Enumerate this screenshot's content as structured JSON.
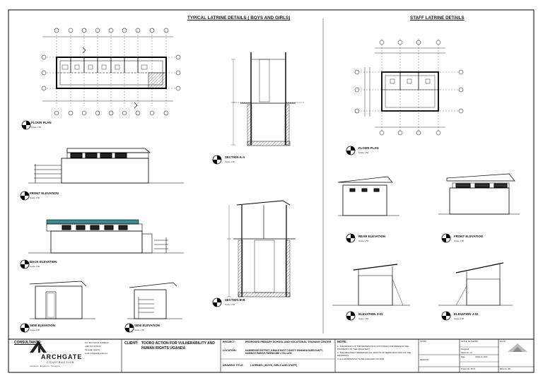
{
  "headers": {
    "typical": "TYPICAL LATRINE DETAILS ( BOYS AND GIRLS)",
    "staff": "STAFF LATRINE DETAILS"
  },
  "views": {
    "floor_plan": "FLOOR PLAN",
    "front_elevation": "FRONT ELEVATION",
    "back_elevation": "BACK ELEVATION",
    "side_elevation": "SIDE ELEVATION",
    "section_a": "SECTION A-A",
    "section_b": "SECTION B-B",
    "rear_elevation": "REAR ELEVATION",
    "elevation_j01": "ELEVATION J-01",
    "elevation_j02": "ELEVATION J-02",
    "scale": "Scale 1:50"
  },
  "title_block": {
    "consultants_label": "CONSULTANTS:",
    "company": "ARCHGATE",
    "company_sub": "CONSTRUCTION",
    "company_tagline": "Architects · Engineers · Surveyors",
    "address_1": "P.O. BOX XXXXX, KAMPALA",
    "address_2": "+256 XXX XXXXXX",
    "address_3": "Kampala, Uganda",
    "email": "email: archgate@gmail.com",
    "client_label": "CLIENT:",
    "client": "TOORO ACTION FOR VULNERABILITY AND HUMAN RIGHTS UGANDA",
    "project_label": "PROJECT:",
    "project": "PROPOSED PRIMARY SCHOOL AND VOCATIONAL TRAINING CENTER",
    "location_label": "LOCATION:",
    "location": "KAMWENGE DISTRICT, KIBALE EAST COUNTY, BIHANGA SUBCOUNTY, KABINGO PARISH, RWENKOBE 2 VILLAGE",
    "drawing_title_label": "DRAWING TITLE:",
    "drawing_title": "LATRINES ( BOYS, GIRLS AND STAFF)",
    "note_label": "NOTE:",
    "note_1": "1. THE DESIGN OF THE DRAWINGS IS COPYRIGHT AND REMAINS THE PROPERTY OF THE ARCHITECT.",
    "note_2": "2. THE ARCHITECT RESERVES ALL RIGHTS OF REPRODUCTION OF THE DRAWINGS.",
    "note_3": "3. ALL DIMENSIONS TO BE CHECKED ON SITE.",
    "notes_label": "NOTES:",
    "revision_label": "REVISION:",
    "scale_label": "SCALE: AS SHOWN",
    "designed_label": "Designed",
    "sheet_no": "Sheet No: 1/1",
    "date_label": "Date",
    "date": "JUNE 20, 2024",
    "project_no": "Project No: TP-01",
    "ref_label": "Ref No:",
    "drg_no": "DRG No: 001"
  }
}
